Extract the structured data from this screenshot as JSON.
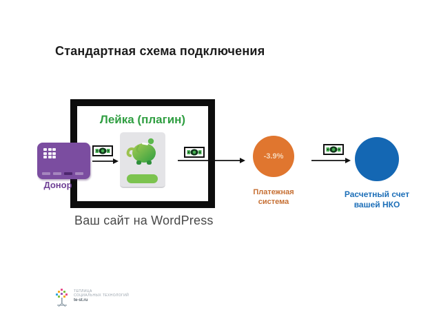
{
  "slide": {
    "title": "Стандартная схема подключения",
    "website_caption": "Ваш сайт на WordPress"
  },
  "diagram": {
    "donor": {
      "label": "Донор"
    },
    "plugin": {
      "label": "Лейка (плагин)"
    },
    "payment_system": {
      "fee": "-3.9%",
      "label": "Платежная система"
    },
    "nko_account": {
      "label": "Расчетный счет вашей НКО"
    },
    "icons": [
      "bank-card-icon",
      "money-bill-icon",
      "elephant-piggy-bank-icon",
      "arrow-right-icon"
    ]
  },
  "footer": {
    "org_line1": "ТЕПЛИЦА",
    "org_line2": "СОЦИАЛЬНЫХ ТЕХНОЛОГИЙ",
    "site": "te-st.ru"
  },
  "colors": {
    "green": "#2f9e41",
    "light_green": "#7cc34f",
    "purple": "#7b4da0",
    "orange": "#e0762f",
    "blue": "#1467b3",
    "ink": "#1c1c1c"
  }
}
